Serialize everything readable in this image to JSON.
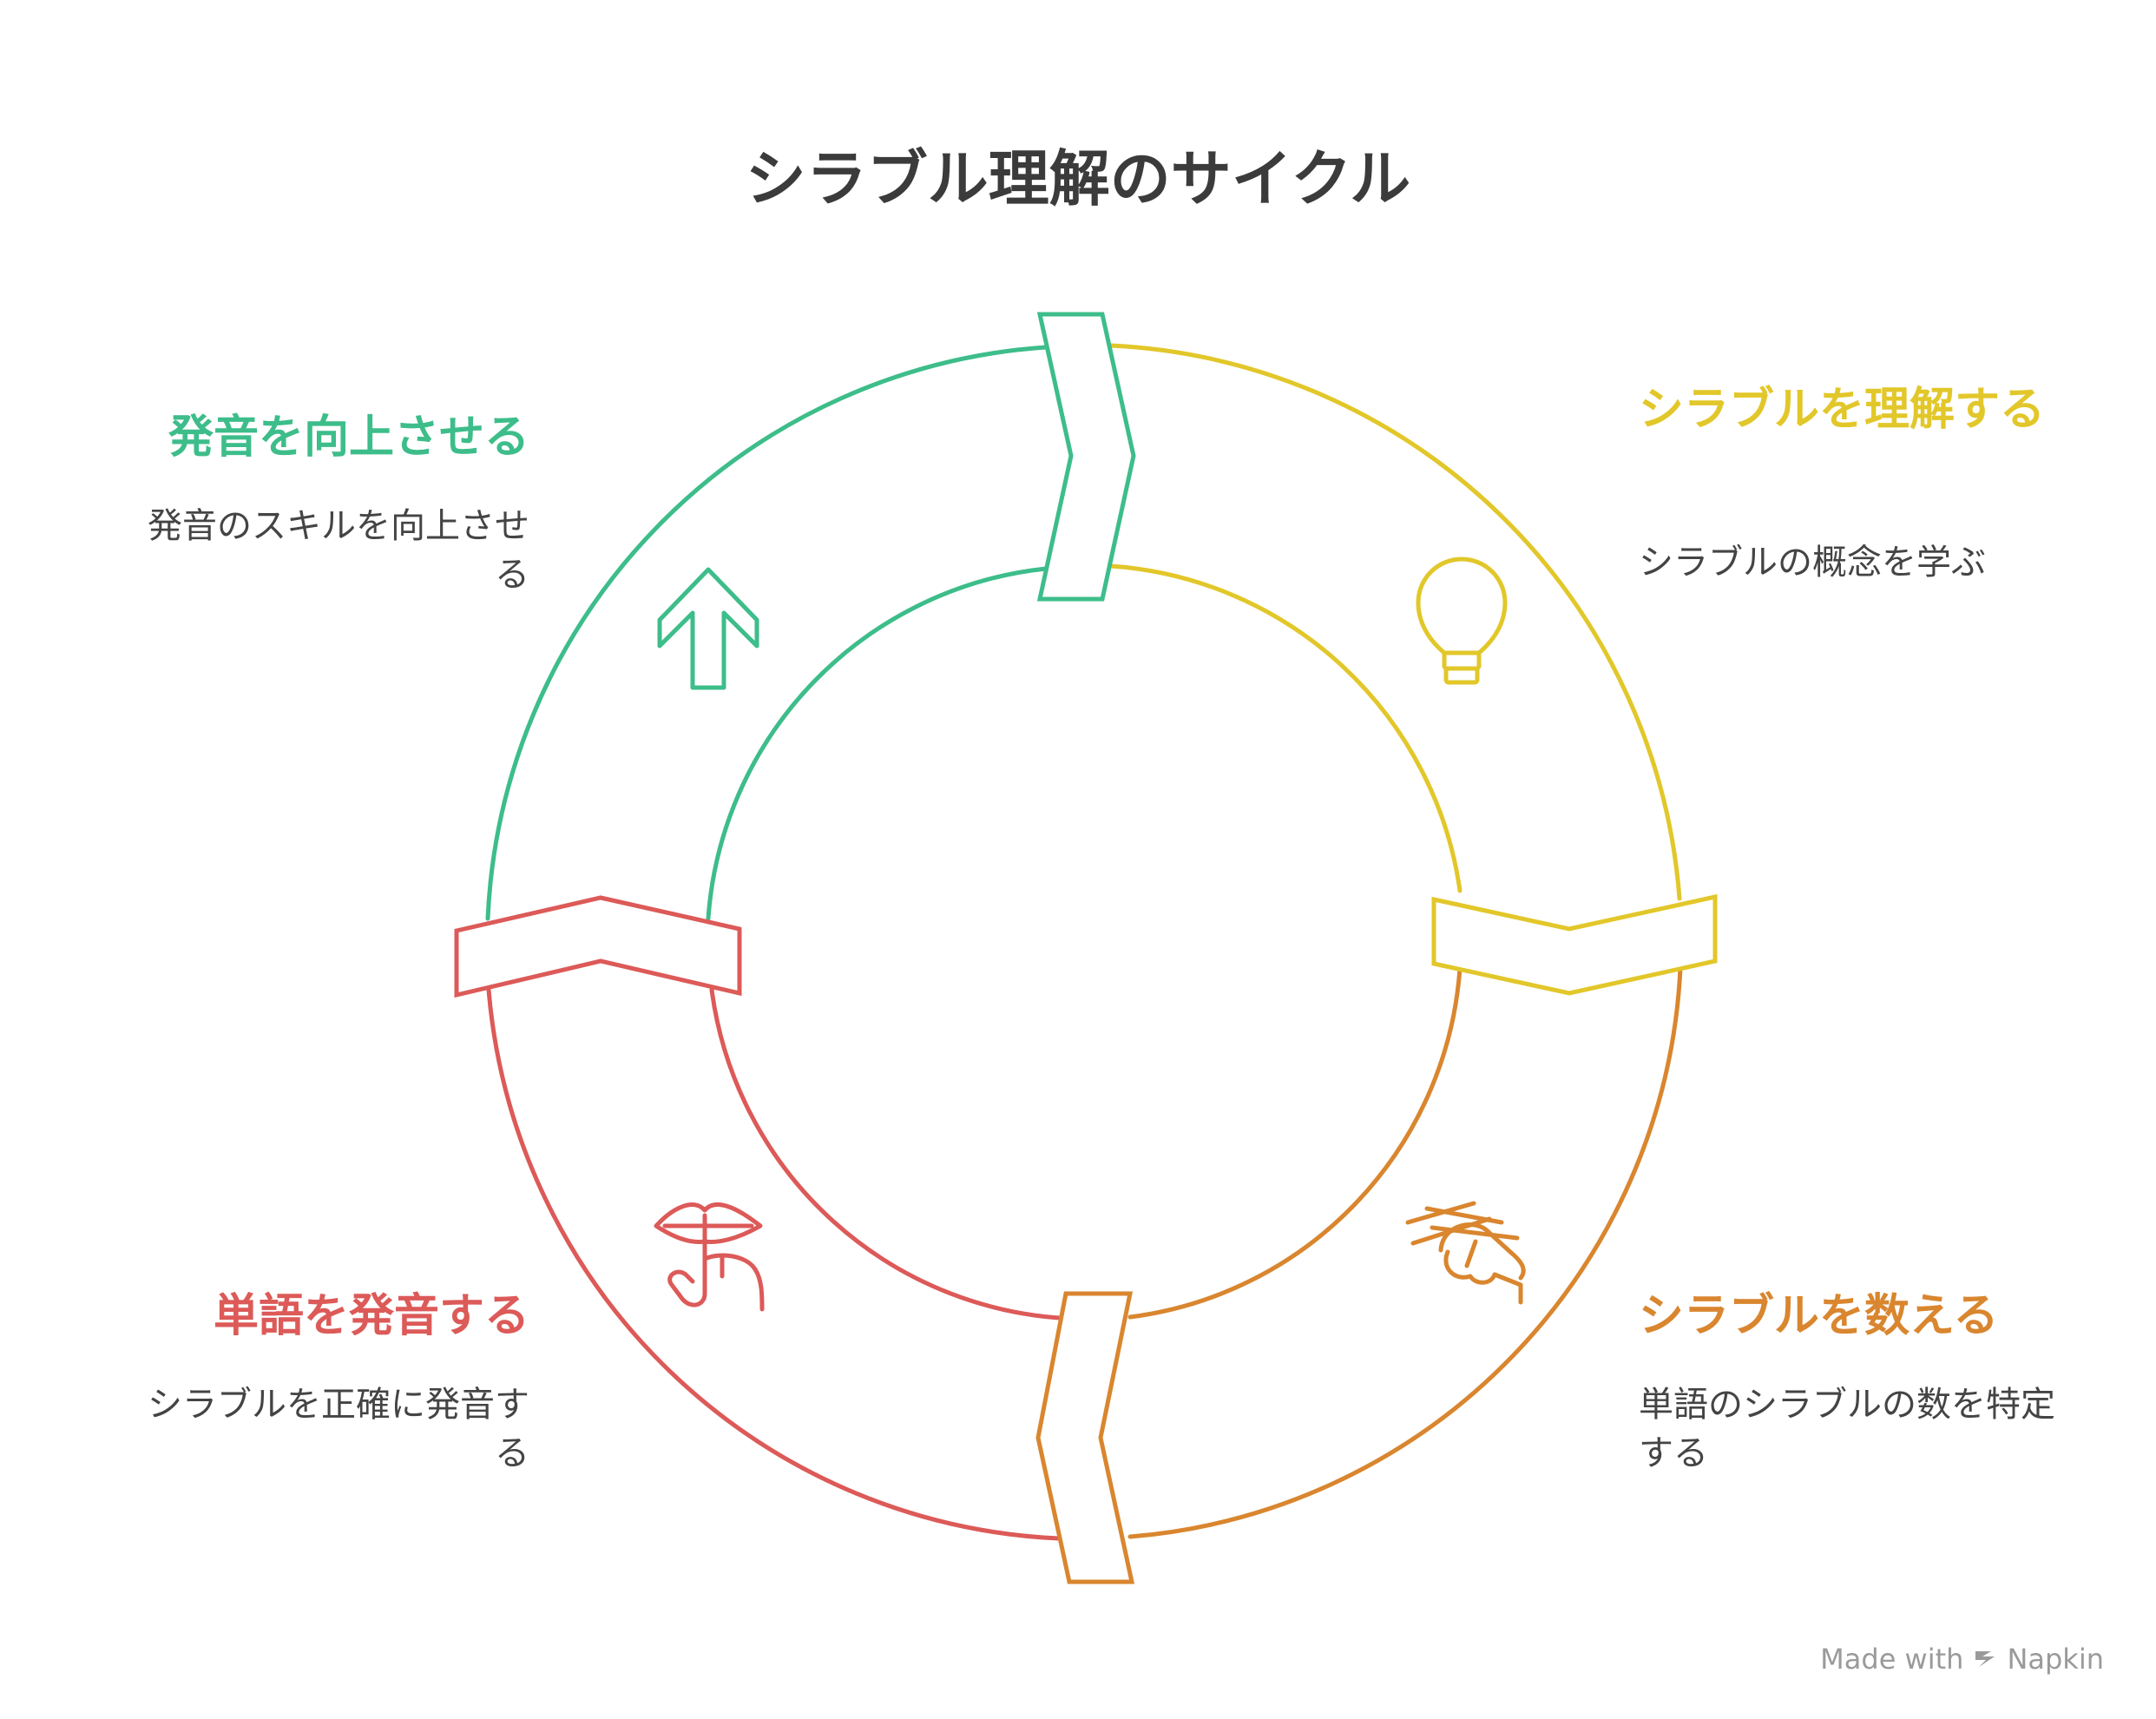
{
  "title": "シラブル理解のサイクル",
  "colors": {
    "yellow": "#e2c72a",
    "orange": "#d9862f",
    "red": "#dc5a58",
    "green": "#3dbd8a",
    "text": "#3b3b3b",
    "desc": "#444444"
  },
  "stages": [
    {
      "key": "understand",
      "title": "シラブルを理解する",
      "desc": "シラブルの概念を学ぶ",
      "icon": "lightbulb-icon"
    },
    {
      "key": "count",
      "title": "シラブルを数える",
      "desc": "単語のシラブルの数を特定する",
      "icon": "counting-hand-icon"
    },
    {
      "key": "pronounce",
      "title": "単語を発音する",
      "desc": "シラブルを正確に発音する",
      "icon": "lips-shush-icon"
    },
    {
      "key": "improve",
      "title": "発音を向上させる",
      "desc": "発音のスキルを向上させる",
      "icon": "arrow-up-icon"
    }
  ],
  "footer": {
    "made_with": "Made with",
    "brand": "Napkin"
  }
}
